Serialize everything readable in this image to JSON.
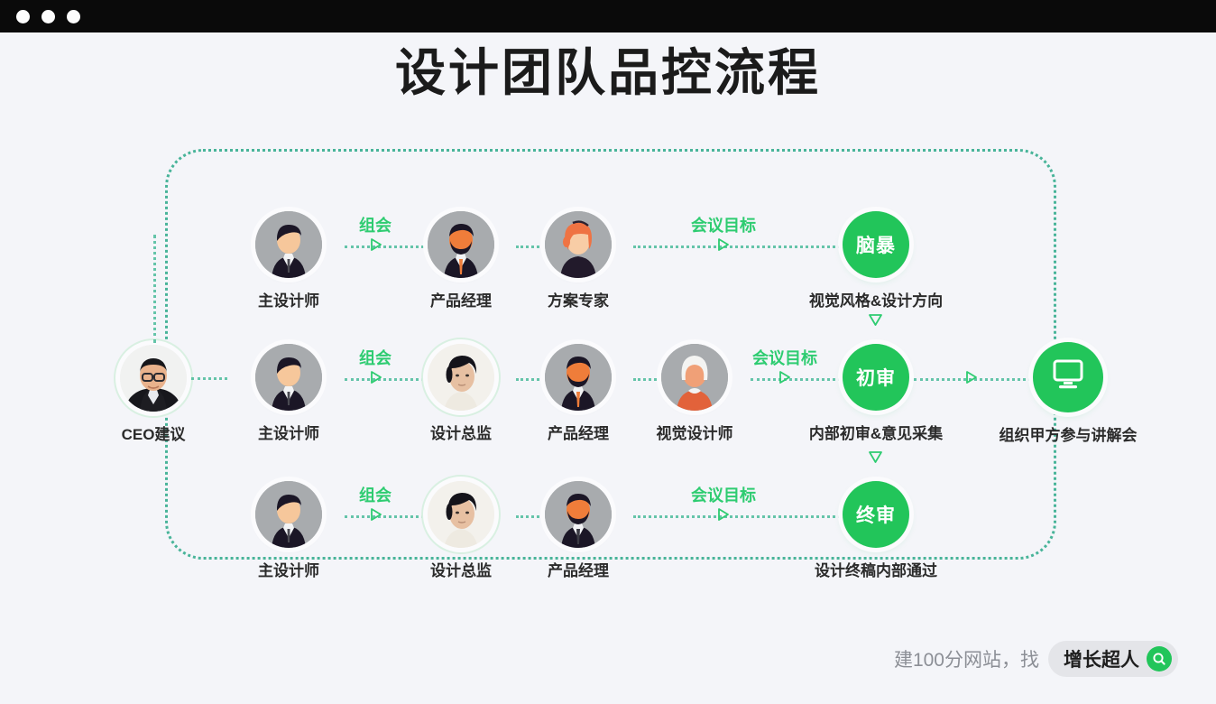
{
  "window": {
    "dots": [
      "close-dot",
      "minimize-dot",
      "maximize-dot"
    ]
  },
  "title": "设计团队品控流程",
  "flow": {
    "start": {
      "label": "CEO建议",
      "avatar": "photo-ceo"
    },
    "rows": [
      {
        "id": "row-brainstorm",
        "people": [
          {
            "label": "主设计师",
            "avatar": "man-dark-suit"
          },
          {
            "label": "产品经理",
            "avatar": "man-beard-orange-tie"
          },
          {
            "label": "方案专家",
            "avatar": "woman-orange-hair"
          }
        ],
        "edge_labels": [
          "组会",
          "会议目标"
        ],
        "stage": {
          "badge": "脑暴",
          "caption": "视觉风格&设计方向"
        }
      },
      {
        "id": "row-first-review",
        "people": [
          {
            "label": "主设计师",
            "avatar": "man-dark-suit"
          },
          {
            "label": "设计总监",
            "avatar": "photo-director"
          },
          {
            "label": "产品经理",
            "avatar": "man-beard-orange-tie"
          },
          {
            "label": "视觉设计师",
            "avatar": "woman-white-hair"
          }
        ],
        "edge_labels": [
          "组会",
          "会议目标"
        ],
        "stage": {
          "badge": "初审",
          "caption": "内部初审&意见采集"
        }
      },
      {
        "id": "row-final-review",
        "people": [
          {
            "label": "主设计师",
            "avatar": "man-dark-suit"
          },
          {
            "label": "设计总监",
            "avatar": "photo-director"
          },
          {
            "label": "产品经理",
            "avatar": "man-beard-dark-tie"
          }
        ],
        "edge_labels": [
          "组会",
          "会议目标"
        ],
        "stage": {
          "badge": "终审",
          "caption": "设计终稿内部通过"
        }
      }
    ],
    "outcome": {
      "icon": "monitor-icon",
      "caption": "组织甲方参与讲解会"
    }
  },
  "watermark": {
    "prefix": "建100分网站，找",
    "brand": "增长超人",
    "icon": "search-icon"
  },
  "colors": {
    "accent_green": "#22c55a",
    "line_green": "#35b48f",
    "label_green": "#2ecc71",
    "background": "#f4f5f9",
    "titlebar": "#0a0a0a"
  }
}
